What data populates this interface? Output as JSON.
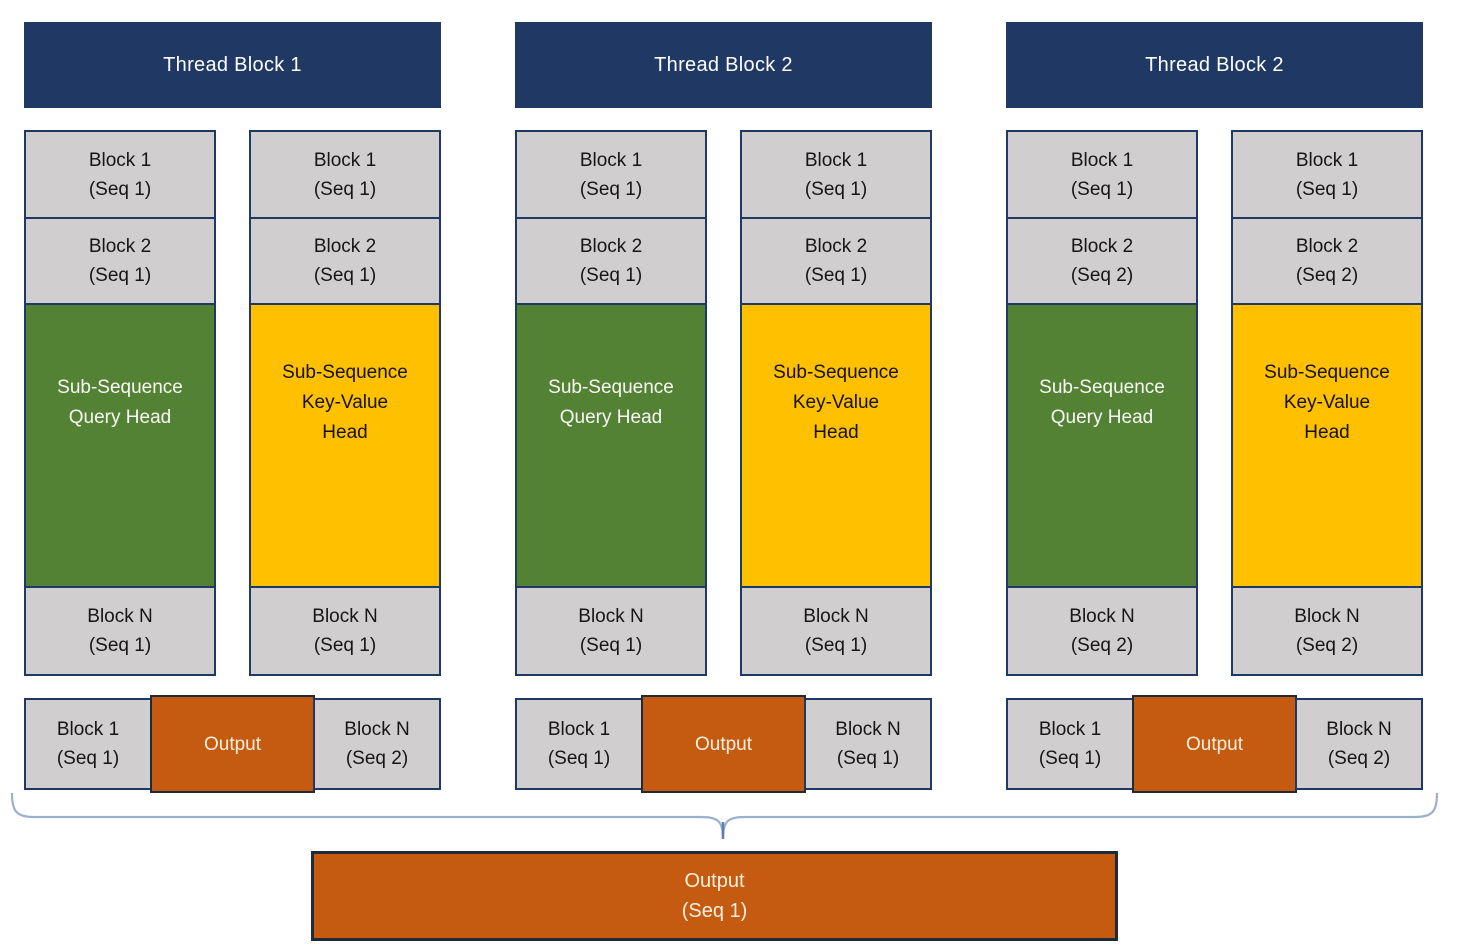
{
  "colors": {
    "header_navy": "#1F3864",
    "block_gray": "#D0CECE",
    "query_green": "#548235",
    "keyvalue_yellow": "#FFC000",
    "output_orange": "#C55A11",
    "cell_border_navy": "#1F3864",
    "output_border_dark": "#222A35",
    "brace_blue": "#9BB0D0"
  },
  "groups": [
    {
      "title": "Thread Block 1",
      "columns": [
        {
          "role": "query-head-column",
          "blocks": [
            {
              "line1": "Block 1",
              "line2": "(Seq 1)"
            },
            {
              "line1": "Block 2",
              "line2": "(Seq 1)"
            }
          ],
          "head": {
            "lines": [
              "Sub-Sequence",
              "Query Head",
              ""
            ]
          },
          "block_n": {
            "line1": "Block N",
            "line2": "(Seq 1)"
          }
        },
        {
          "role": "key-value-head-column",
          "blocks": [
            {
              "line1": "Block 1",
              "line2": "(Seq 1)"
            },
            {
              "line1": "Block 2",
              "line2": "(Seq 1)"
            }
          ],
          "head": {
            "lines": [
              "Sub-Sequence",
              "Key-Value",
              "Head"
            ]
          },
          "block_n": {
            "line1": "Block N",
            "line2": "(Seq 1)"
          }
        }
      ],
      "output_row": {
        "left": {
          "line1": "Block 1",
          "line2": "(Seq 1)"
        },
        "center": {
          "label": "Output"
        },
        "right": {
          "line1": "Block N",
          "line2": "(Seq 2)"
        }
      }
    },
    {
      "title": "Thread Block 2",
      "columns": [
        {
          "role": "query-head-column",
          "blocks": [
            {
              "line1": "Block 1",
              "line2": "(Seq 1)"
            },
            {
              "line1": "Block 2",
              "line2": "(Seq 1)"
            }
          ],
          "head": {
            "lines": [
              "Sub-Sequence",
              "Query Head",
              ""
            ]
          },
          "block_n": {
            "line1": "Block N",
            "line2": "(Seq 1)"
          }
        },
        {
          "role": "key-value-head-column",
          "blocks": [
            {
              "line1": "Block 1",
              "line2": "(Seq 1)"
            },
            {
              "line1": "Block 2",
              "line2": "(Seq 1)"
            }
          ],
          "head": {
            "lines": [
              "Sub-Sequence",
              "Key-Value",
              "Head"
            ]
          },
          "block_n": {
            "line1": "Block N",
            "line2": "(Seq 1)"
          }
        }
      ],
      "output_row": {
        "left": {
          "line1": "Block 1",
          "line2": "(Seq 1)"
        },
        "center": {
          "label": "Output"
        },
        "right": {
          "line1": "Block N",
          "line2": "(Seq 1)"
        }
      }
    },
    {
      "title": "Thread Block 2",
      "columns": [
        {
          "role": "query-head-column",
          "blocks": [
            {
              "line1": "Block 1",
              "line2": "(Seq 1)"
            },
            {
              "line1": "Block 2",
              "line2": "(Seq 2)"
            }
          ],
          "head": {
            "lines": [
              "Sub-Sequence",
              "Query Head",
              ""
            ]
          },
          "block_n": {
            "line1": "Block N",
            "line2": "(Seq 2)"
          }
        },
        {
          "role": "key-value-head-column",
          "blocks": [
            {
              "line1": "Block 1",
              "line2": "(Seq 1)"
            },
            {
              "line1": "Block 2",
              "line2": "(Seq 2)"
            }
          ],
          "head": {
            "lines": [
              "Sub-Sequence",
              "Key-Value",
              "Head"
            ]
          },
          "block_n": {
            "line1": "Block N",
            "line2": "(Seq 2)"
          }
        }
      ],
      "output_row": {
        "left": {
          "line1": "Block 1",
          "line2": "(Seq 1)"
        },
        "center": {
          "label": "Output"
        },
        "right": {
          "line1": "Block N",
          "line2": "(Seq 2)"
        }
      }
    }
  ],
  "final_output": {
    "line1": "Output",
    "line2": "(Seq 1)"
  }
}
